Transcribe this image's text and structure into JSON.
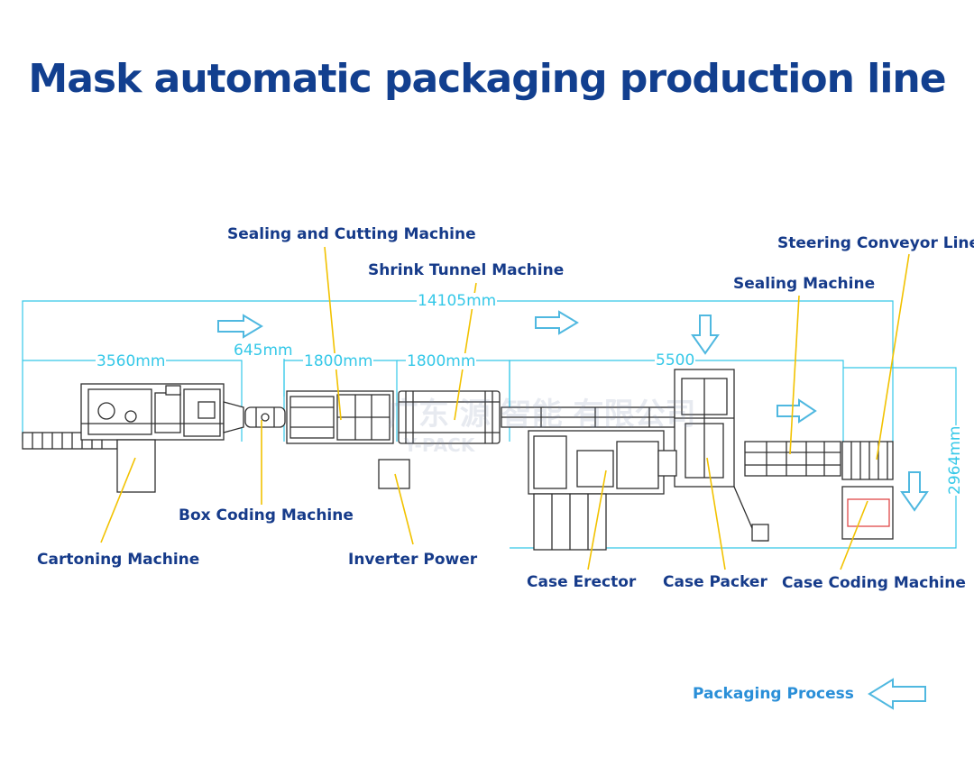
{
  "title": "Mask automatic packaging production line",
  "labels": {
    "sealing_cutting": "Sealing and Cutting Machine",
    "shrink_tunnel": "Shrink Tunnel Machine",
    "steering_conveyor": "Steering Conveyor Line",
    "sealing_machine": "Sealing Machine",
    "box_coding": "Box Coding Machine",
    "cartoning": "Cartoning Machine",
    "inverter_power": "Inverter Power",
    "case_erector": "Case Erector",
    "case_packer": "Case Packer",
    "case_coding": "Case Coding Machine"
  },
  "dimensions": {
    "total": "14105mm",
    "d1": "3560mm",
    "d2": "645mm",
    "d3": "1800mm",
    "d4": "1800mm",
    "d5": "5500",
    "height": "2964mm"
  },
  "watermark": {
    "cn": "广东 源 智能 有限公司",
    "en": "Y-PACK"
  },
  "legend": {
    "label": "Packaging Process"
  },
  "colors": {
    "title": "#123f8f",
    "label": "#163b8a",
    "dimension": "#35c8e8",
    "leader": "#f2c200",
    "machine": "#2f2f2f",
    "arrow": "#4fb8e0"
  }
}
